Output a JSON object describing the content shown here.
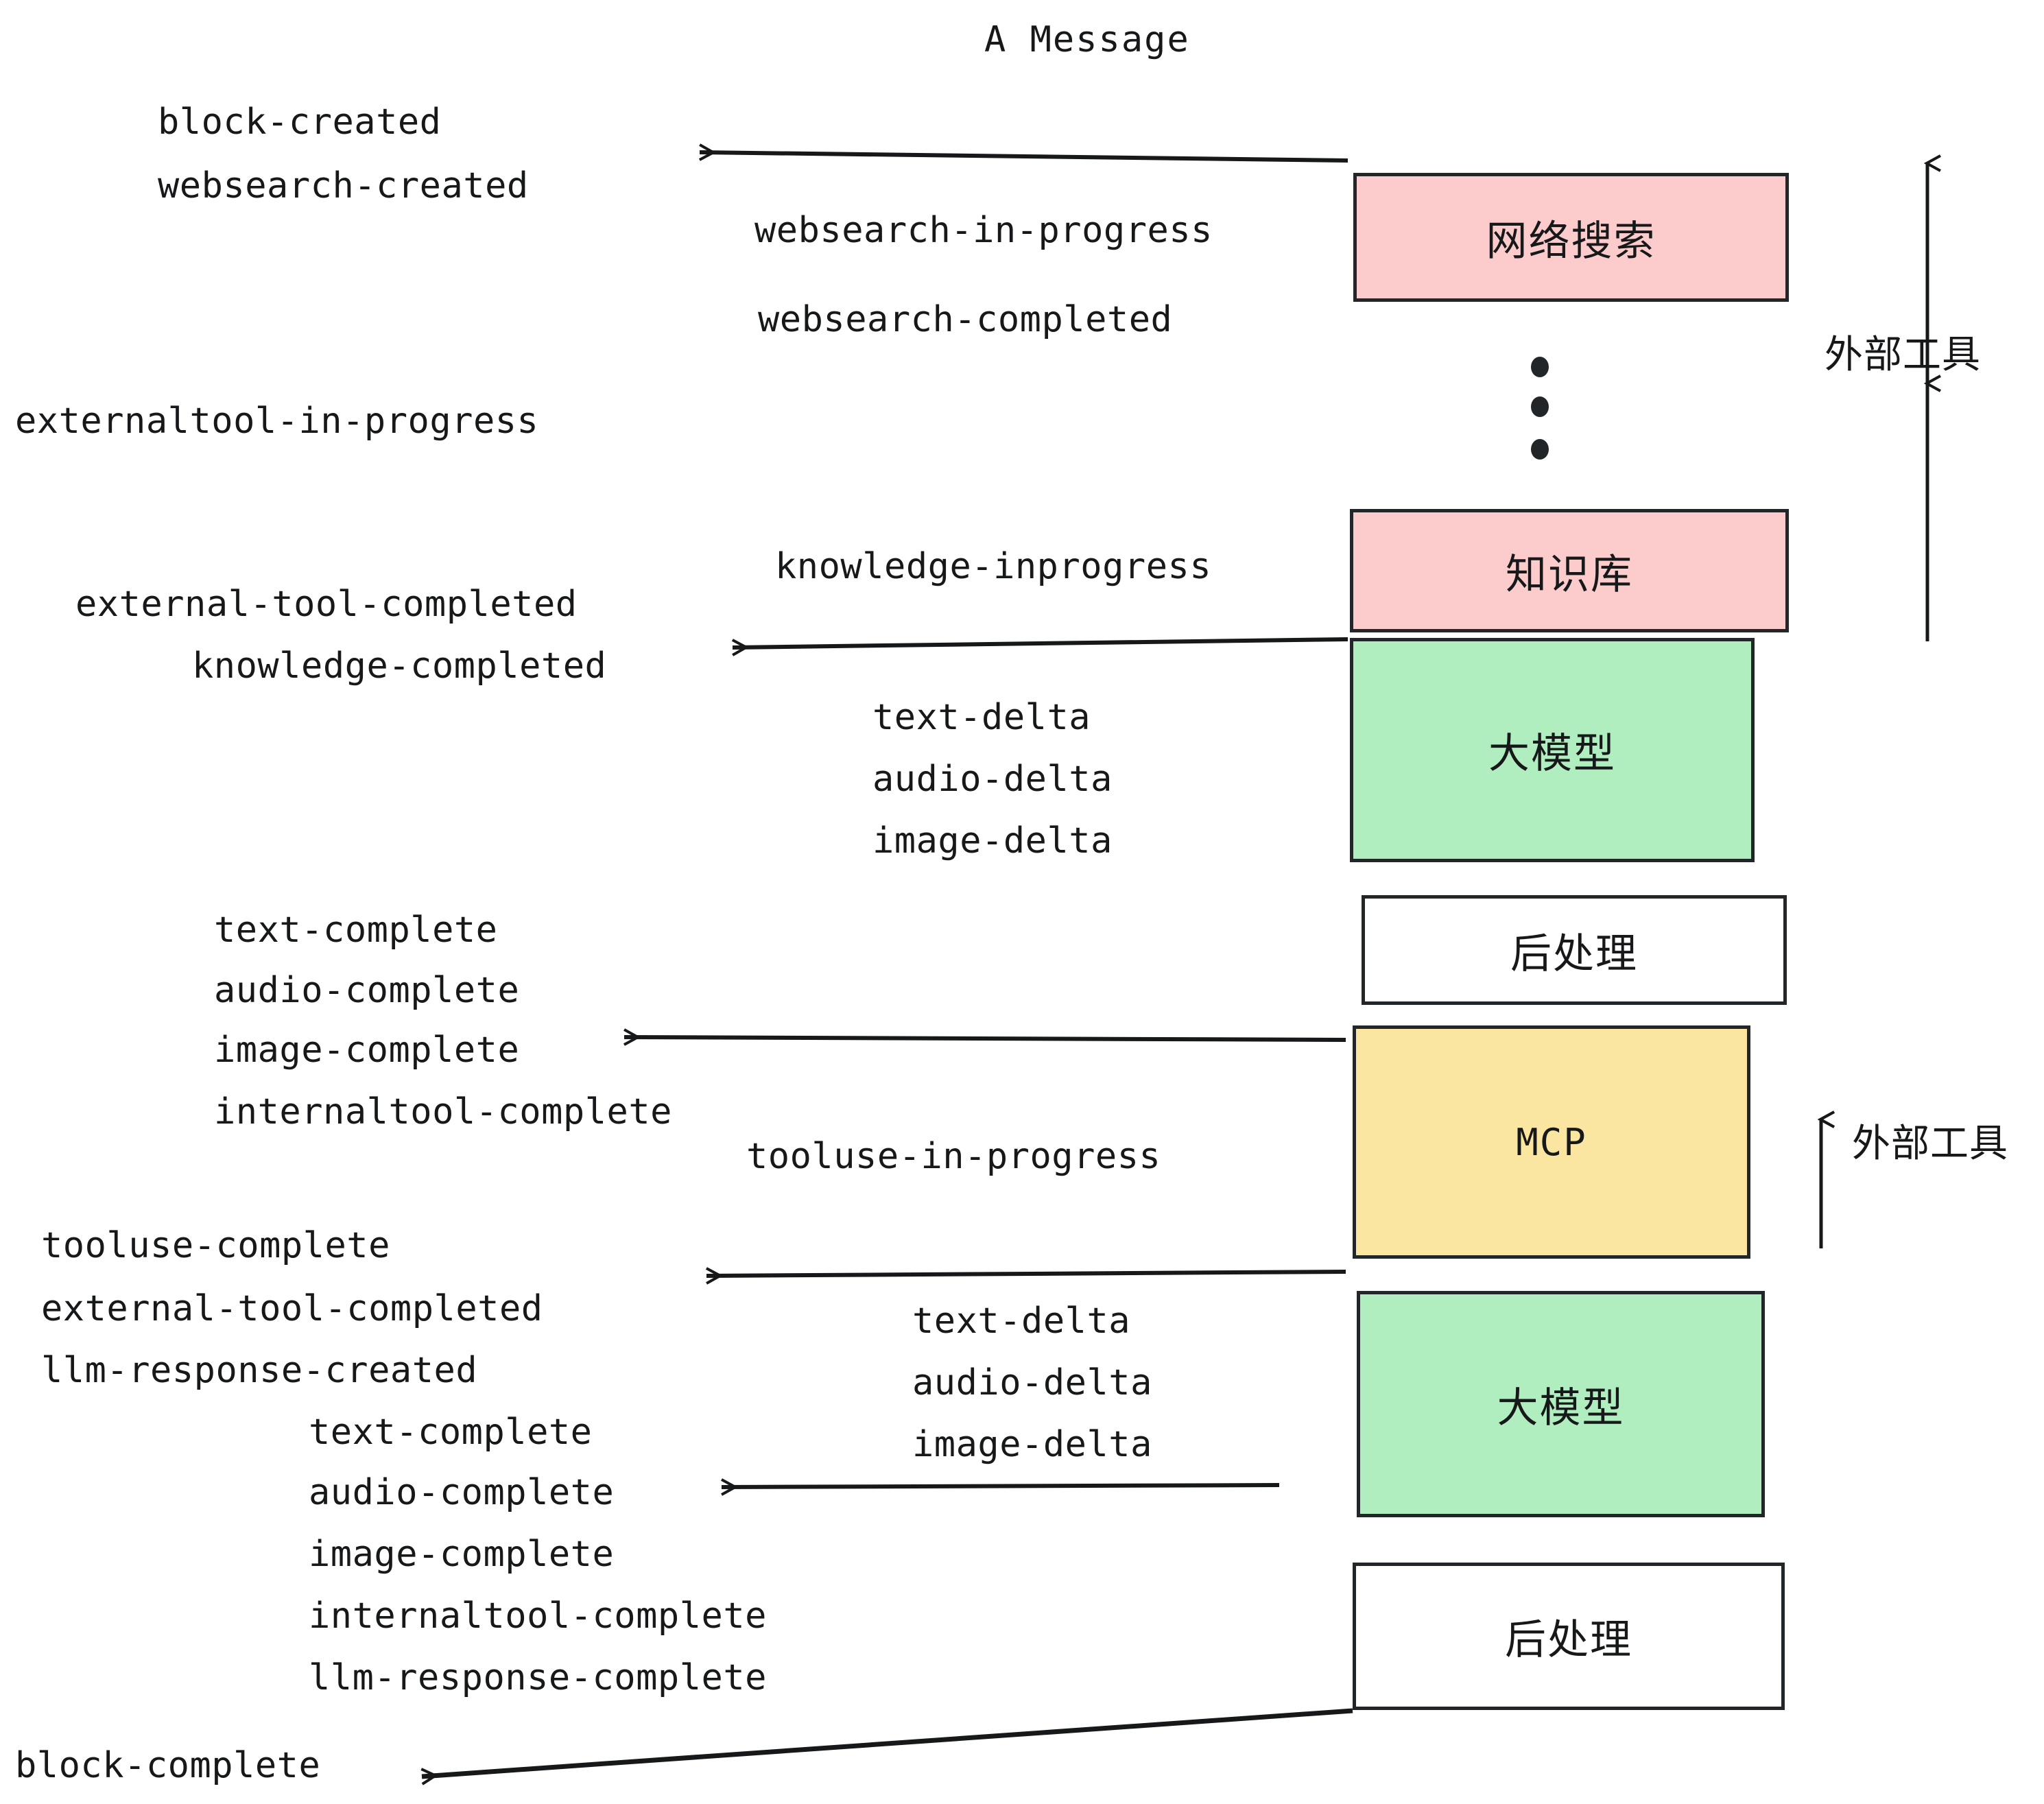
{
  "diagram": {
    "title": "A Message",
    "colors": {
      "pink": "#fccccc",
      "green": "#b0eec0",
      "yellow": "#fae6a0",
      "white": "#ffffff",
      "stroke": "#232629",
      "text": "#17181a"
    },
    "boxes": [
      {
        "id": "websearch",
        "label": "网络搜索",
        "fill": "#fccccc",
        "mono": false
      },
      {
        "id": "knowledge",
        "label": "知识库",
        "fill": "#fccccc",
        "mono": false
      },
      {
        "id": "llm-1",
        "label": "大模型",
        "fill": "#b0eec0",
        "mono": false
      },
      {
        "id": "postprocess-1",
        "label": "后处理",
        "fill": "#ffffff",
        "mono": false
      },
      {
        "id": "mcp",
        "label": "MCP",
        "fill": "#fae6a0",
        "mono": true
      },
      {
        "id": "llm-2",
        "label": "大模型",
        "fill": "#b0eec0",
        "mono": false
      },
      {
        "id": "postprocess-2",
        "label": "后处理",
        "fill": "#ffffff",
        "mono": false
      }
    ],
    "side_labels": [
      {
        "id": "external-tools-top",
        "text": "外部工具"
      },
      {
        "id": "external-tools-bottom",
        "text": "外部工具"
      }
    ],
    "events": [
      {
        "id": "block-created",
        "text": "block-created"
      },
      {
        "id": "websearch-created",
        "text": "websearch-created"
      },
      {
        "id": "websearch-in-progress",
        "text": "websearch-in-progress"
      },
      {
        "id": "websearch-completed",
        "text": "websearch-completed"
      },
      {
        "id": "externaltool-in-progress",
        "text": "externaltool-in-progress"
      },
      {
        "id": "knowledge-inprogress",
        "text": "knowledge-inprogress"
      },
      {
        "id": "external-tool-completed-1",
        "text": "external-tool-completed"
      },
      {
        "id": "knowledge-completed",
        "text": "knowledge-completed"
      },
      {
        "id": "text-delta-1",
        "text": "text-delta"
      },
      {
        "id": "audio-delta-1",
        "text": "audio-delta"
      },
      {
        "id": "image-delta-1",
        "text": "image-delta"
      },
      {
        "id": "text-complete-1",
        "text": "text-complete"
      },
      {
        "id": "audio-complete-1",
        "text": "audio-complete"
      },
      {
        "id": "image-complete-1",
        "text": "image-complete"
      },
      {
        "id": "internaltool-complete-1",
        "text": "internaltool-complete"
      },
      {
        "id": "tooluse-in-progress",
        "text": "tooluse-in-progress"
      },
      {
        "id": "tooluse-complete",
        "text": "tooluse-complete"
      },
      {
        "id": "external-tool-completed-2",
        "text": "external-tool-completed"
      },
      {
        "id": "llm-response-created",
        "text": "llm-response-created"
      },
      {
        "id": "text-delta-2",
        "text": "text-delta"
      },
      {
        "id": "audio-delta-2",
        "text": "audio-delta"
      },
      {
        "id": "image-delta-2",
        "text": "image-delta"
      },
      {
        "id": "text-complete-2",
        "text": "text-complete"
      },
      {
        "id": "audio-complete-2",
        "text": "audio-complete"
      },
      {
        "id": "image-complete-2",
        "text": "image-complete"
      },
      {
        "id": "internaltool-complete-2",
        "text": "internaltool-complete"
      },
      {
        "id": "llm-response-complete",
        "text": "llm-response-complete"
      },
      {
        "id": "block-complete",
        "text": "block-complete"
      }
    ],
    "ellipsis_dots": 3
  }
}
